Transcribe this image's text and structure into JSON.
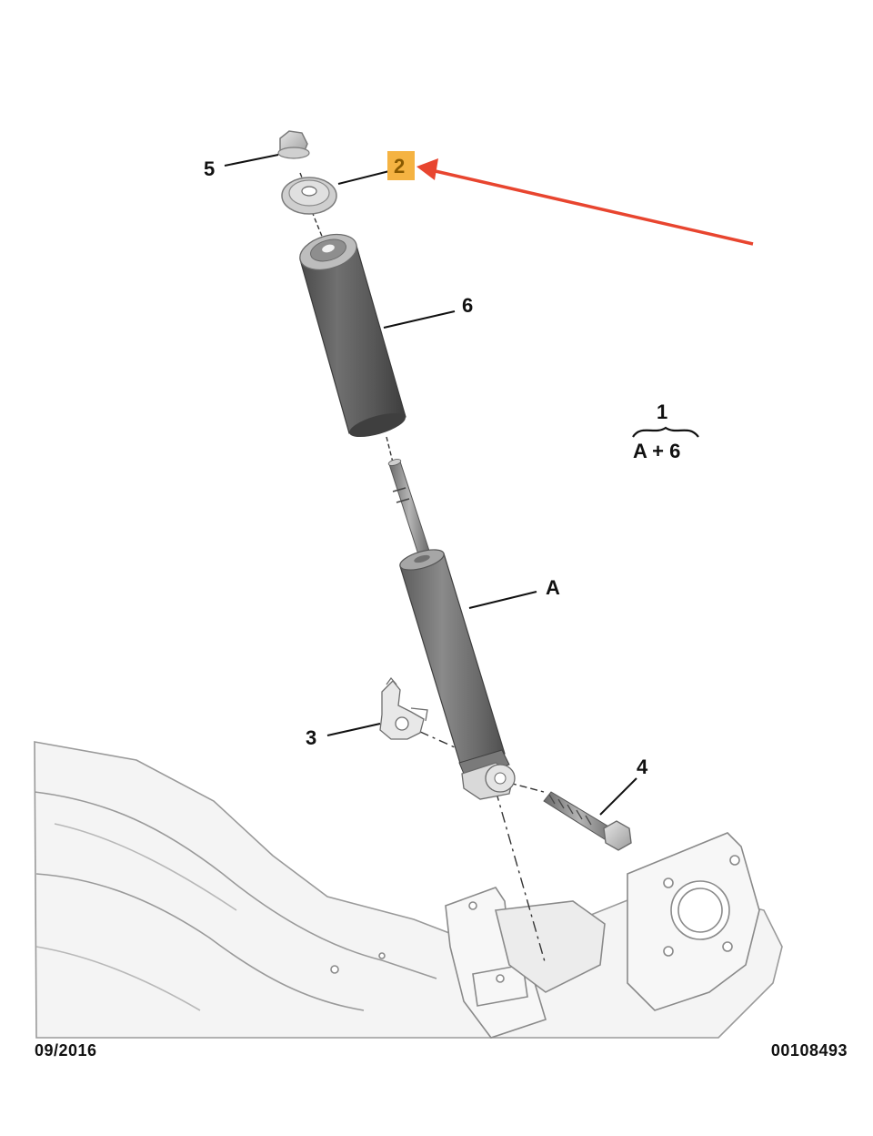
{
  "callouts": {
    "item_5": "5",
    "item_2": "2",
    "item_6": "6",
    "item_1": "1",
    "item_a": "A",
    "item_3": "3",
    "item_4": "4"
  },
  "assembly_formula": {
    "top": "1",
    "bottom": "A + 6"
  },
  "footer": {
    "date": "09/2016",
    "reference": "00108493"
  },
  "colors": {
    "highlight_badge": "#F5B342",
    "highlight_arrow": "#E8452F",
    "rubber_boot": "#5A5A5A",
    "damper_body": "#6E6E6E",
    "line_art": "#9A9A9A"
  }
}
